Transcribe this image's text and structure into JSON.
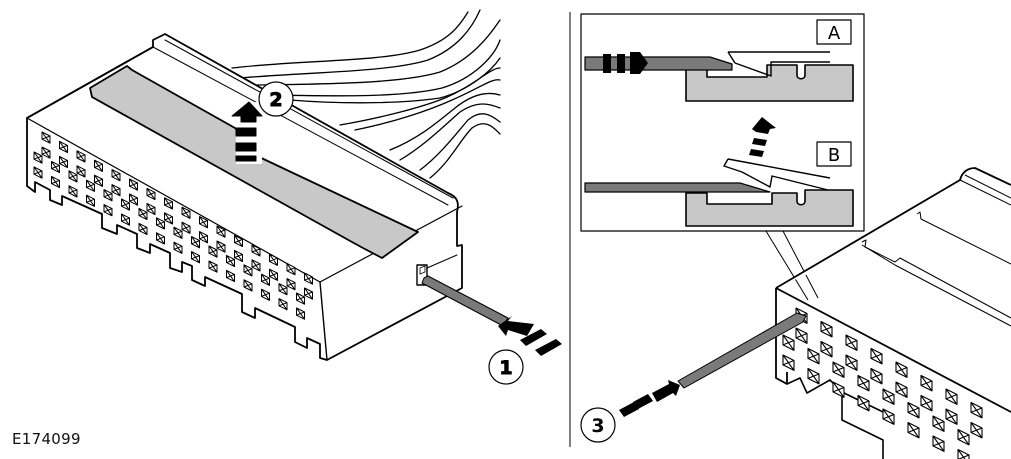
{
  "figure": {
    "id_label": "E174099",
    "callouts": [
      {
        "number": "1",
        "meaning": "push release tool into connector side slot"
      },
      {
        "number": "2",
        "meaning": "lift locking slide / cover upward"
      },
      {
        "number": "3",
        "meaning": "insert tool into terminal cavity"
      }
    ],
    "detail_panels": [
      {
        "label": "A",
        "state": "tool inserted, latch engaged"
      },
      {
        "label": "B",
        "state": "latch lifted, terminal released"
      }
    ],
    "colors": {
      "line": "#000000",
      "fill_grey": "#c8c8c8",
      "tool_grey": "#7a7a7a",
      "background": "#ffffff"
    }
  }
}
